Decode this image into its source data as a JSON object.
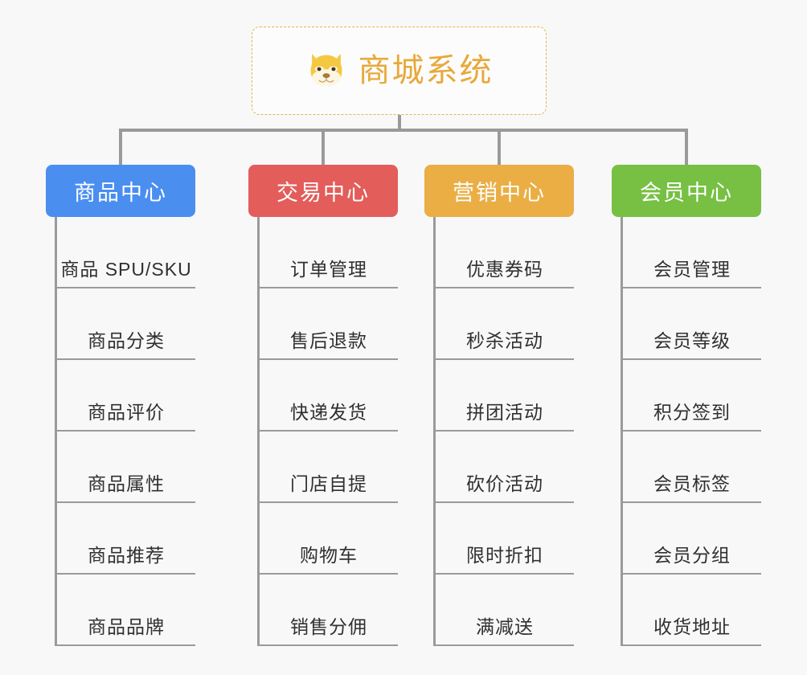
{
  "root": {
    "icon": "shiba-dog-face-emoji",
    "title": "商城系统",
    "border_color": "#e8b44a",
    "title_color": "#e8a93a"
  },
  "canvas": {
    "background_color": "#f8f8f8",
    "connector_color": "#9a9a9a"
  },
  "columns": [
    {
      "name": "product-center",
      "label": "商品中心",
      "color": "#4a8ef0",
      "items": [
        "商品 SPU/SKU",
        "商品分类",
        "商品评价",
        "商品属性",
        "商品推荐",
        "商品品牌"
      ]
    },
    {
      "name": "trade-center",
      "label": "交易中心",
      "color": "#e35d5b",
      "items": [
        "订单管理",
        "售后退款",
        "快递发货",
        "门店自提",
        "购物车",
        "销售分佣"
      ]
    },
    {
      "name": "marketing-center",
      "label": "营销中心",
      "color": "#eaae45",
      "items": [
        "优惠券码",
        "秒杀活动",
        "拼团活动",
        "砍价活动",
        "限时折扣",
        "满减送"
      ]
    },
    {
      "name": "member-center",
      "label": "会员中心",
      "color": "#77c043",
      "items": [
        "会员管理",
        "会员等级",
        "积分签到",
        "会员标签",
        "会员分组",
        "收货地址"
      ]
    }
  ]
}
